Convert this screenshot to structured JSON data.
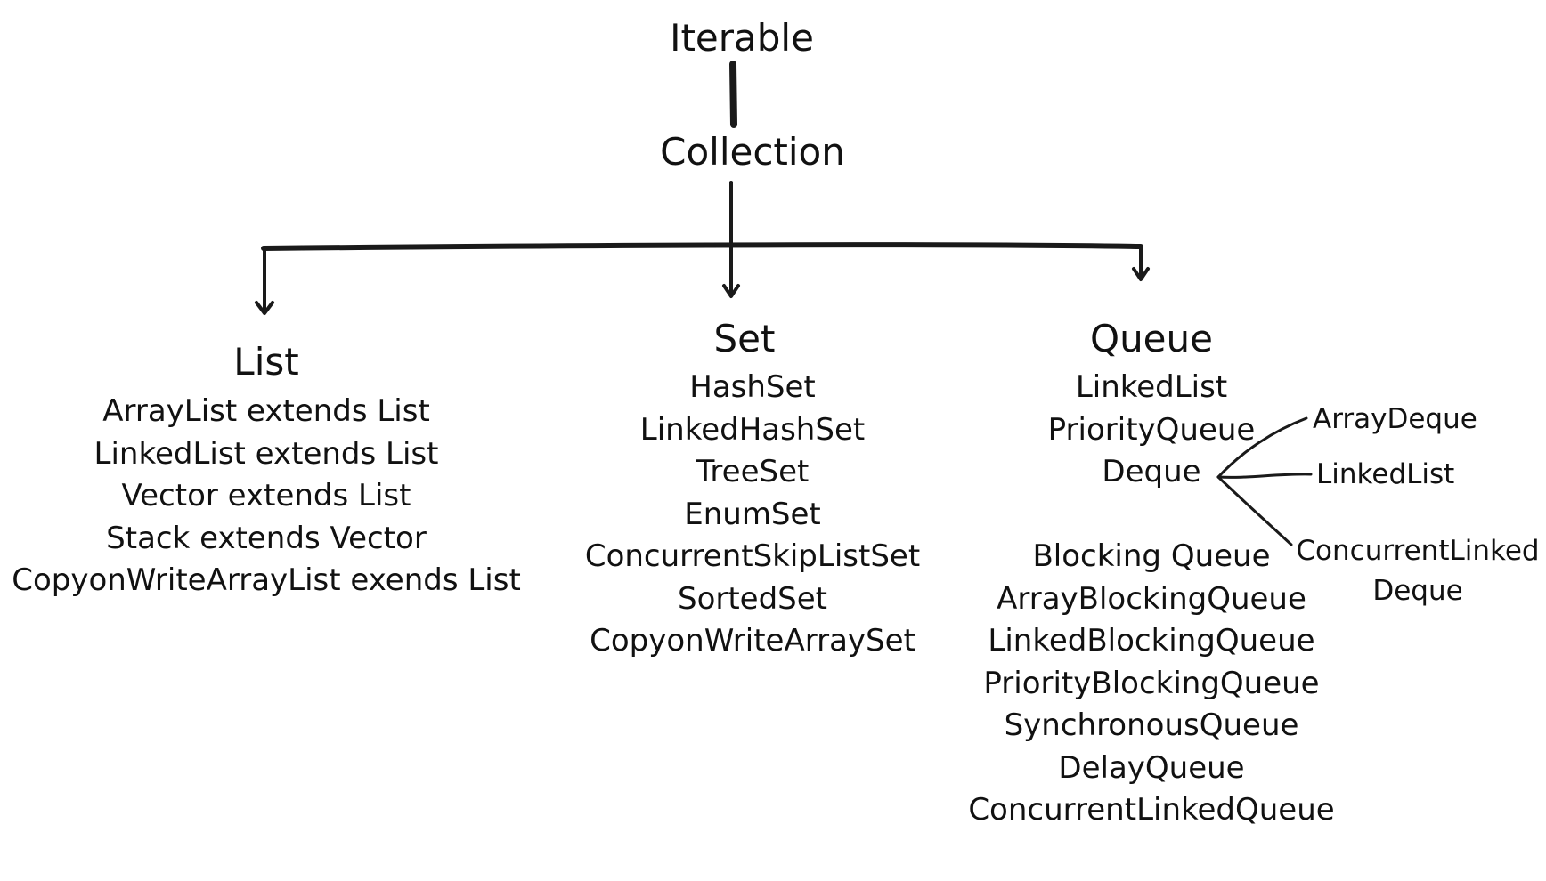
{
  "root": "Iterable",
  "collection": "Collection",
  "list": {
    "title": "List",
    "items": [
      "ArrayList extends List",
      "LinkedList extends List",
      "Vector extends List",
      "Stack extends Vector",
      "CopyonWriteArrayList exends List"
    ]
  },
  "set": {
    "title": "Set",
    "items": [
      "HashSet",
      "LinkedHashSet",
      "TreeSet",
      "EnumSet",
      "ConcurrentSkipListSet",
      "SortedSet",
      "CopyonWriteArraySet"
    ]
  },
  "queue": {
    "title": "Queue",
    "items": [
      "LinkedList",
      "PriorityQueue",
      "Deque"
    ],
    "deque_children": [
      "ArrayDeque",
      "LinkedList",
      "ConcurrentLinked",
      "Deque"
    ],
    "blocking": [
      "Blocking Queue",
      "ArrayBlockingQueue",
      "LinkedBlockingQueue",
      "PriorityBlockingQueue",
      "SynchronousQueue",
      "DelayQueue",
      "ConcurrentLinkedQueue"
    ]
  }
}
